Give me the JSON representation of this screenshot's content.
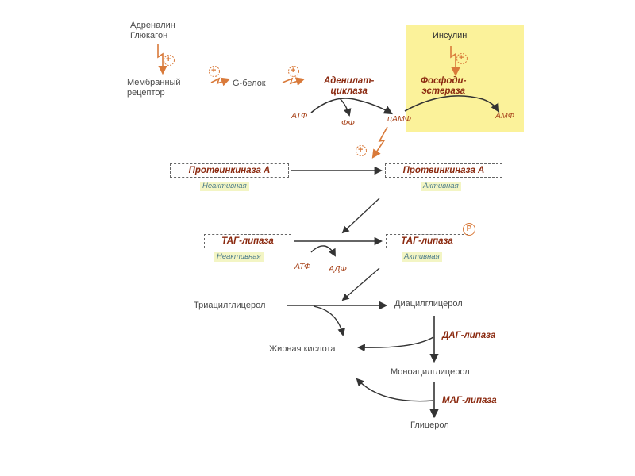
{
  "hormones": [
    "Адреналин",
    "Глюкагон"
  ],
  "receptor": [
    "Мембранный",
    "рецептор"
  ],
  "g_protein": "G-белок",
  "adenylate_cyclase": [
    "Аденилат-",
    "циклаза"
  ],
  "insulin": "Инсулин",
  "phosphodiesterase": [
    "Фосфоди-",
    "эстераза"
  ],
  "atp1": "АТФ",
  "ppi": "ФФ",
  "camp": "цАМФ",
  "amp": "АМФ",
  "pka_inactive": "Протеинкиназа А",
  "pka_inactive_state": "Неактивная",
  "pka_active": "Протеинкиназа А",
  "pka_active_state": "Активная",
  "tag_inactive": "ТАГ-липаза",
  "tag_inactive_state": "Неактивная",
  "tag_active": "ТАГ-липаза",
  "tag_active_state": "Активная",
  "phospho_mark": "P",
  "atp2": "АТФ",
  "adp": "АДФ",
  "triacylglycerol": "Триацилглицерол",
  "diacylglycerol": "Диацилглицерол",
  "dag_lipase": "ДАГ-липаза",
  "fatty_acid": "Жирная кислота",
  "monoacylglycerol": "Моноацилглицерол",
  "mag_lipase": "МАГ-липаза",
  "glycerol": "Глицерол",
  "plus_sign": "+",
  "colors": {
    "accent": "#d97a3a",
    "enzyme": "#8b2a10",
    "highlight": "#fbf29a",
    "arrow": "#333333"
  }
}
